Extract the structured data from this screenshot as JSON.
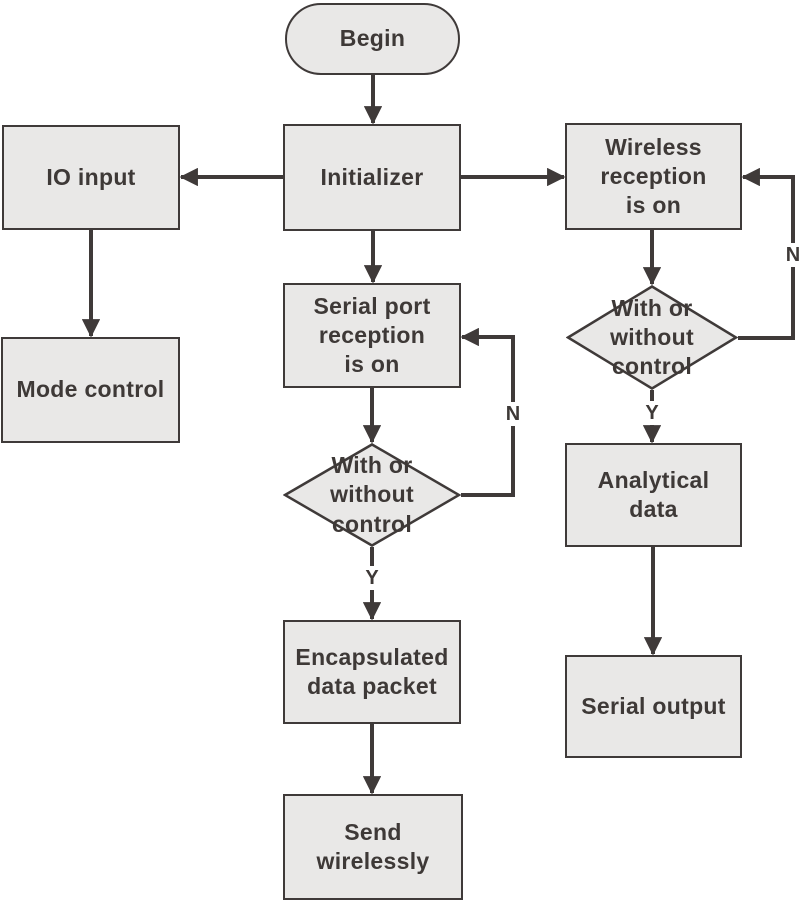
{
  "colors": {
    "node_fill": "#e9e8e7",
    "node_border": "#3f3a39",
    "connector": "#3f3a39",
    "text": "#3e3937",
    "background": "#ffffff"
  },
  "nodes": {
    "begin": {
      "type": "terminator",
      "label": "Begin"
    },
    "io_input": {
      "type": "process",
      "label": "IO input"
    },
    "initializer": {
      "type": "process",
      "label": "Initializer"
    },
    "wireless_reception": {
      "type": "process",
      "label": "Wireless\nreception\nis on"
    },
    "mode_control": {
      "type": "process",
      "label": "Mode control"
    },
    "serial_port_reception": {
      "type": "process",
      "label": "Serial port\nreception\nis on"
    },
    "serial_decision": {
      "type": "decision",
      "label": "With or\nwithout\ncontrol"
    },
    "encapsulated_packet": {
      "type": "process",
      "label": "Encapsulated\ndata packet"
    },
    "send_wirelessly": {
      "type": "process",
      "label": "Send wirelessly"
    },
    "wireless_decision": {
      "type": "decision",
      "label": "With or\nwithout\ncontrol"
    },
    "analytical_data": {
      "type": "process",
      "label": "Analytical data"
    },
    "serial_output": {
      "type": "process",
      "label": "Serial output"
    }
  },
  "edge_labels": {
    "serial_yes": "Y",
    "serial_loop_no": "N",
    "wireless_yes": "Y",
    "wireless_loop_no": "N"
  }
}
